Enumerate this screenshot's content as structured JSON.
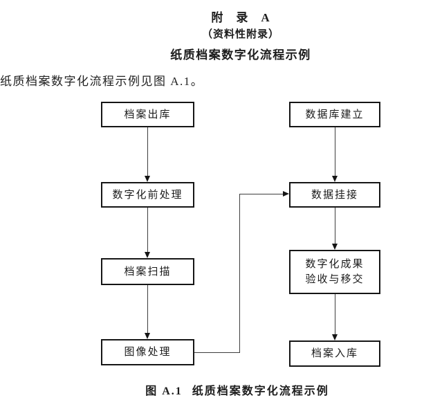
{
  "page": {
    "background": "#ffffff",
    "ink": "#1c1c1c",
    "line_color": "#3d3d3d"
  },
  "header": {
    "appendix_title": "附　录　A",
    "appendix_subtitle": "（资料性附录）",
    "appendix_heading": "纸质档案数字化流程示例"
  },
  "body": {
    "intro_text": "纸质档案数字化流程示例见图 A.1。"
  },
  "flowchart": {
    "left_column": [
      {
        "id": "archive-checkout",
        "label": "档案出库"
      },
      {
        "id": "pre-digitization",
        "label": "数字化前处理"
      },
      {
        "id": "archive-scanning",
        "label": "档案扫描"
      },
      {
        "id": "image-processing",
        "label": "图像处理"
      }
    ],
    "right_column": [
      {
        "id": "database-creation",
        "label": "数据库建立"
      },
      {
        "id": "data-linking",
        "label": "数据挂接"
      },
      {
        "id": "acceptance-transfer",
        "label_line1": "数字化成果",
        "label_line2": "验收与移交"
      },
      {
        "id": "archive-storage",
        "label": "档案入库"
      }
    ],
    "connections": [
      "档案出库→数字化前处理",
      "数字化前处理→档案扫描",
      "档案扫描→图像处理",
      "数据库建立→数据挂接",
      "数据挂接→数字化成果验收与移交",
      "数字化成果验收与移交→档案入库",
      "图像处理→数据挂接"
    ]
  },
  "caption": {
    "figure_label": "图 A.1",
    "figure_title": "纸质档案数字化流程示例"
  }
}
